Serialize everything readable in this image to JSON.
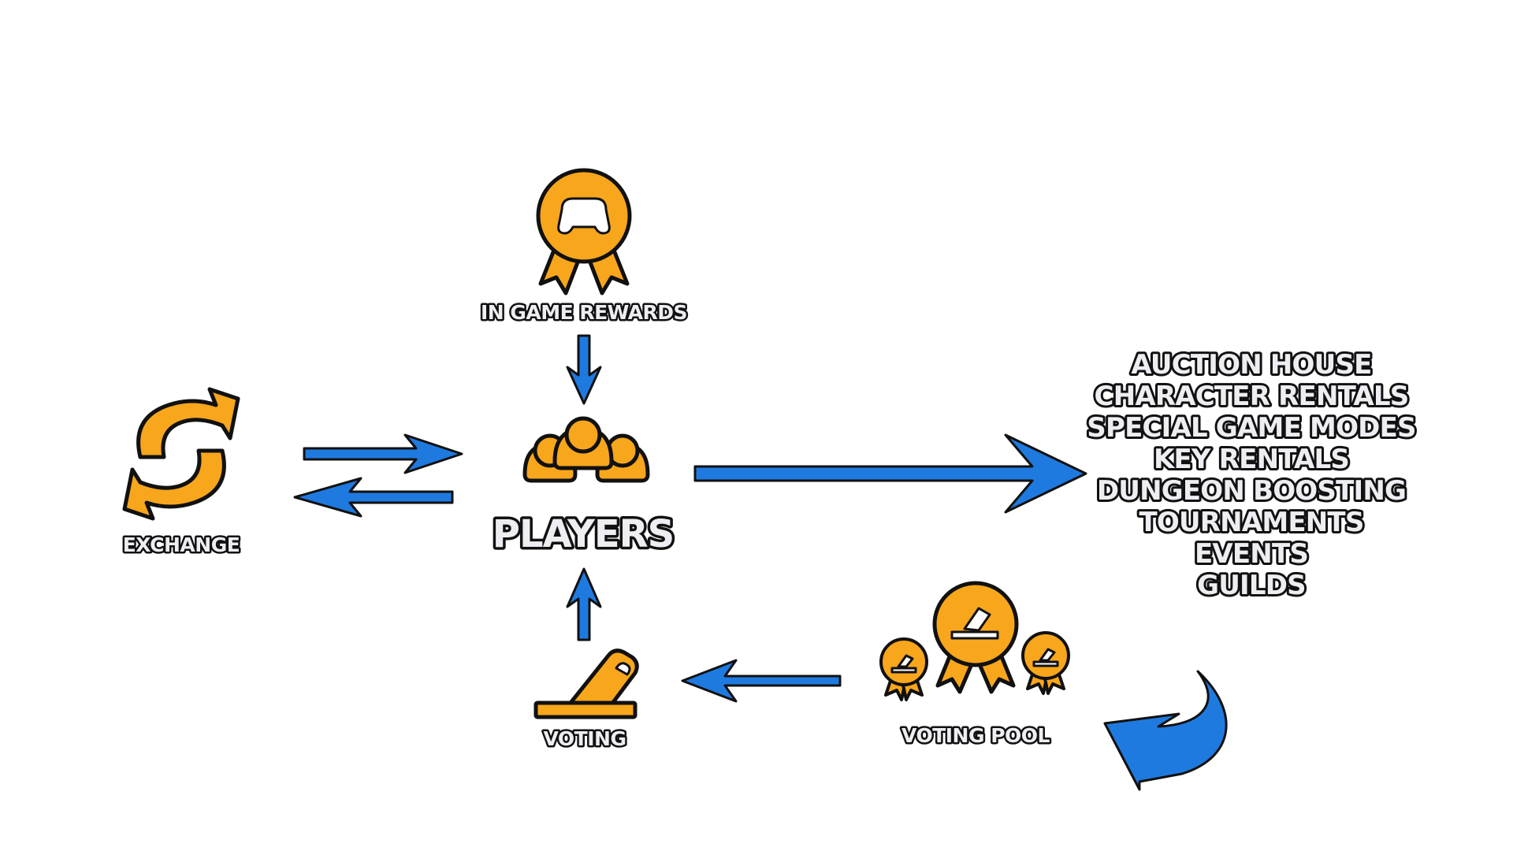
{
  "colors": {
    "icon_fill": "#f8a61c",
    "arrow_fill": "#1f7ae0",
    "outline": "#111111",
    "label_fill": "#ededf2",
    "background": "#ffffff"
  },
  "nodes": {
    "rewards": {
      "label": "IN GAME REWARDS",
      "icon": "controller-medal-icon"
    },
    "players": {
      "label": "PLAYERS",
      "icon": "players-group-icon"
    },
    "exchange": {
      "label": "EXCHANGE",
      "icon": "exchange-cycle-icon"
    },
    "voting": {
      "label": "VOTING",
      "icon": "ballot-box-icon"
    },
    "voting_pool": {
      "label": "VOTING POOL",
      "icon": "ballot-medals-icon"
    }
  },
  "activities": [
    "AUCTION HOUSE",
    "CHARACTER RENTALS",
    "SPECIAL GAME MODES",
    "KEY RENTALS",
    "DUNGEON BOOSTING",
    "TOURNAMENTS",
    "EVENTS",
    "GUILDS"
  ]
}
